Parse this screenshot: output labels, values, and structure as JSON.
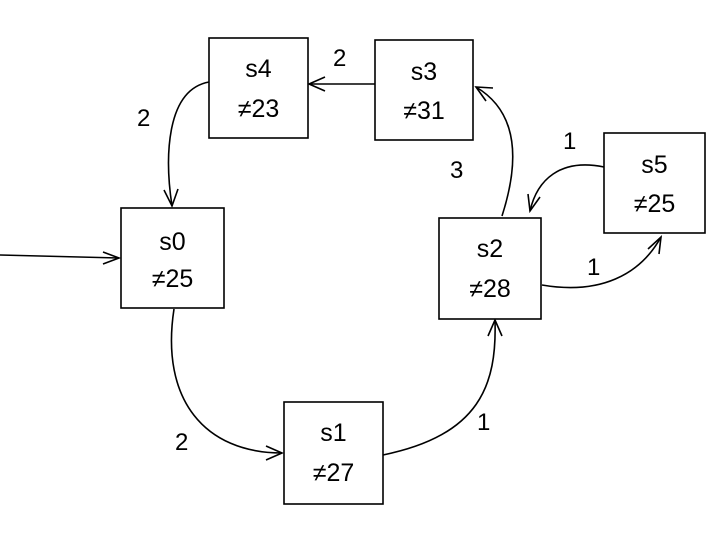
{
  "diagram": {
    "nodes": [
      {
        "id": "s0",
        "label": "s0",
        "sublabel": "≠25"
      },
      {
        "id": "s1",
        "label": "s1",
        "sublabel": "≠27"
      },
      {
        "id": "s2",
        "label": "s2",
        "sublabel": "≠28"
      },
      {
        "id": "s3",
        "label": "s3",
        "sublabel": "≠31"
      },
      {
        "id": "s4",
        "label": "s4",
        "sublabel": "≠23"
      },
      {
        "id": "s5",
        "label": "s5",
        "sublabel": "≠25"
      }
    ],
    "edges": [
      {
        "id": "init-s0",
        "from": "",
        "to": "s0",
        "label": ""
      },
      {
        "id": "s0-s1",
        "from": "s0",
        "to": "s1",
        "label": "2"
      },
      {
        "id": "s1-s2",
        "from": "s1",
        "to": "s2",
        "label": "1"
      },
      {
        "id": "s2-s3",
        "from": "s2",
        "to": "s3",
        "label": "3"
      },
      {
        "id": "s3-s4",
        "from": "s3",
        "to": "s4",
        "label": "2"
      },
      {
        "id": "s4-s0",
        "from": "s4",
        "to": "s0",
        "label": "2"
      },
      {
        "id": "s2-s5",
        "from": "s2",
        "to": "s5",
        "label": "1"
      },
      {
        "id": "s5-s2",
        "from": "s5",
        "to": "s2",
        "label": "1"
      }
    ]
  }
}
